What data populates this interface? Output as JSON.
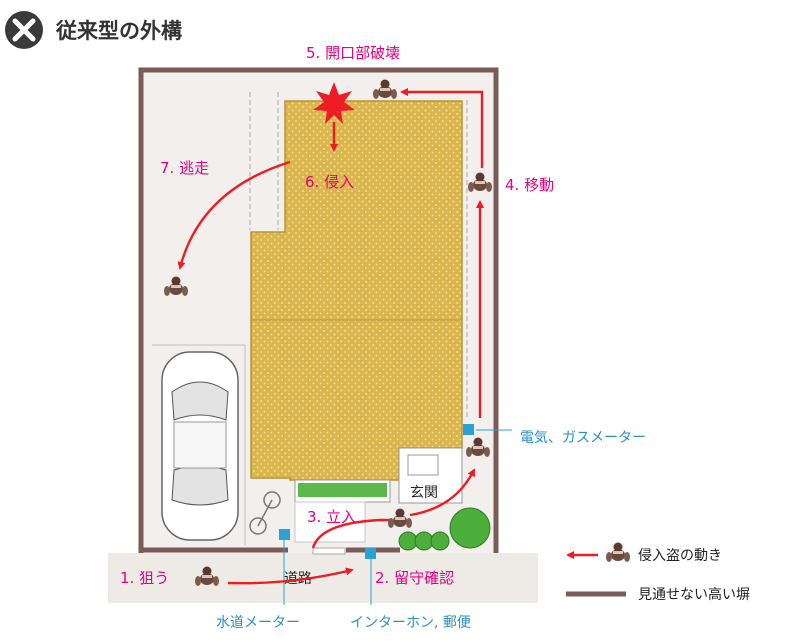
{
  "title": "従来型の外構",
  "steps": {
    "s1": "1. 狙う",
    "s2": "2. 留守確認",
    "s3": "3. 立入",
    "s4": "4. 移動",
    "s5": "5. 開口部破壊",
    "s6": "6. 侵入",
    "s7": "7. 逃走"
  },
  "labels": {
    "road": "道路",
    "entrance": "玄関",
    "water_meter": "水道メーター",
    "intercom": "インターホン, 郵便",
    "utility_meter": "電気、ガスメーター"
  },
  "legend": {
    "burglar_movement": "侵入盗の動き",
    "high_wall": "見通せない高い塀"
  },
  "colors": {
    "pink": "#e6007e",
    "arrow_red": "#ee1c24",
    "blue": "#2d8fc6",
    "wall": "#7a5b55",
    "house": "#dbb54d",
    "lot": "#f2efec"
  }
}
